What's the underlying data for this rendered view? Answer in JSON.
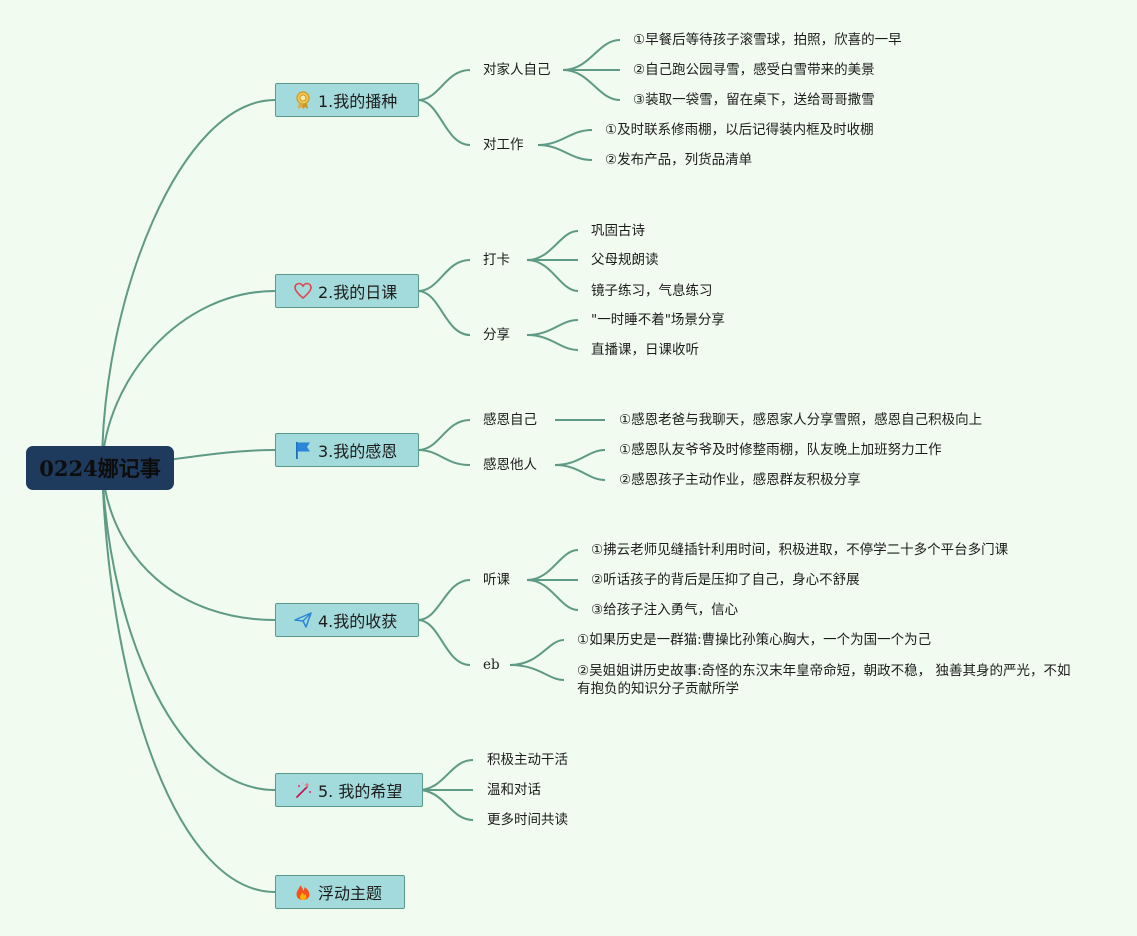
{
  "root": {
    "title": "0224娜记事"
  },
  "branches": [
    {
      "label": "1.我的播种",
      "icon": "ribbon-medal-icon",
      "children": [
        {
          "label": "对家人自己",
          "items": [
            "①早餐后等待孩子滚雪球，拍照，欣喜的一早",
            "②自己跑公园寻雪，感受白雪带来的美景",
            "③装取一袋雪，留在桌下，送给哥哥撒雪"
          ]
        },
        {
          "label": "对工作",
          "items": [
            "①及时联系修雨棚，以后记得装内框及时收棚",
            "②发布产品，列货品清单"
          ]
        }
      ]
    },
    {
      "label": "2.我的日课",
      "icon": "heart-icon",
      "children": [
        {
          "label": "打卡",
          "items": [
            "巩固古诗",
            "父母规朗读",
            "镜子练习，气息练习"
          ]
        },
        {
          "label": "分享",
          "items": [
            "\"一时睡不着\"场景分享",
            "直播课，日课收听"
          ]
        }
      ]
    },
    {
      "label": "3.我的感恩",
      "icon": "flag-icon",
      "children": [
        {
          "label": "感恩自己",
          "items": [
            "①感恩老爸与我聊天，感恩家人分享雪照，感恩自己积极向上"
          ]
        },
        {
          "label": "感恩他人",
          "items": [
            "①感恩队友爷爷及时修整雨棚，队友晚上加班努力工作",
            "②感恩孩子主动作业，感恩群友积极分享"
          ]
        }
      ]
    },
    {
      "label": "4.我的收获",
      "icon": "paper-plane-icon",
      "children": [
        {
          "label": "听课",
          "items": [
            "①拂云老师见缝插针利用时间，积极进取，不停学二十多个平台多门课",
            "②听话孩子的背后是压抑了自己，身心不舒展",
            "③给孩子注入勇气，信心"
          ]
        },
        {
          "label": "eb",
          "items": [
            "①如果历史是一群猫:曹操比孙策心胸大，一个为国一个为己",
            "②吴姐姐讲历史故事:奇怪的东汉末年皇帝命短，朝政不稳， 独善其身的严光，不如有抱负的知识分子贡献所学"
          ]
        }
      ]
    },
    {
      "label": "5. 我的希望",
      "icon": "magic-wand-icon",
      "items": [
        "积极主动干活",
        "温和对话",
        "更多时间共读"
      ]
    },
    {
      "label": "浮动主题",
      "icon": "fire-icon"
    }
  ]
}
